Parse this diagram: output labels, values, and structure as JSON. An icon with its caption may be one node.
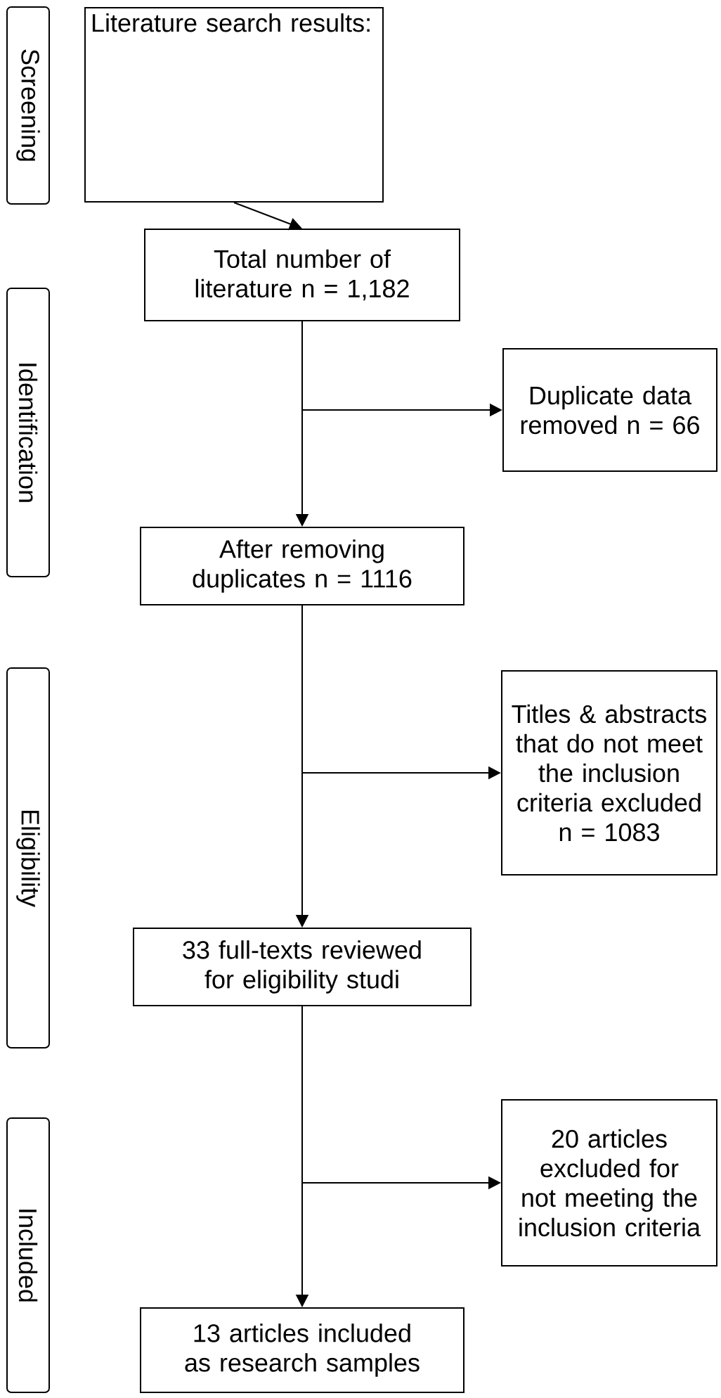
{
  "diagram": {
    "nodes": [
      {
        "text": [
          "Screening"
        ]
      },
      {
        "text": [
          "Identification"
        ]
      },
      {
        "text": [
          "Eligibility"
        ]
      },
      {
        "text": [
          "Included"
        ]
      },
      {
        "text": [
          "Literature search results:"
        ]
      },
      {
        "text": [
          "Total number of literature n = 1,182"
        ]
      },
      {
        "text": [
          "Duplicate data removed n = 66"
        ]
      },
      {
        "text": [
          "After removing duplicates n = 1116"
        ]
      },
      {
        "text": [
          "Titles & abstracts that do not meet the inclusion criteria excluded n = 1083"
        ]
      },
      {
        "text": [
          "33 full-texts reviewed for eligibility studi"
        ]
      },
      {
        "text": [
          "20 articles excluded for not meeting the inclusion criteria"
        ]
      },
      {
        "text": [
          "13 articles included as research samples"
        ]
      }
    ],
    "edges": [
      {
        "from": 4,
        "to": 5,
        "arrow": "to"
      },
      {
        "from": 5,
        "to": 6,
        "arrow": "to"
      },
      {
        "from": 5,
        "to": 7,
        "arrow": "to"
      },
      {
        "from": 7,
        "to": 8,
        "arrow": "to"
      },
      {
        "from": 7,
        "to": 9,
        "arrow": "to"
      },
      {
        "from": 9,
        "to": 10,
        "arrow": "to"
      },
      {
        "from": 9,
        "to": 11,
        "arrow": "to"
      }
    ]
  }
}
